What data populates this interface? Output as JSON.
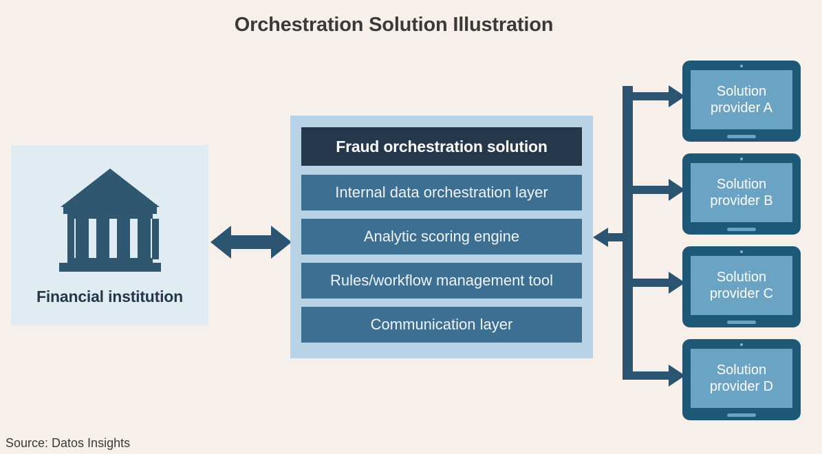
{
  "page": {
    "title": "Orchestration Solution Illustration",
    "source": "Source: Datos Insights",
    "background_color": "#f7efe9",
    "title_color": "#3a3a3a"
  },
  "financial_institution": {
    "label": "Financial institution",
    "icon": "bank-icon",
    "panel_color": "#e0ebf2",
    "icon_color": "#2f5870"
  },
  "connector": {
    "bidirectional_arrow": "double-headed-arrow",
    "arrow_color": "#2b5470",
    "inbound_arrow": "left-pointing-arrow"
  },
  "orchestration": {
    "container_color": "#b9d3e6",
    "header": {
      "label": "Fraud orchestration solution",
      "color": "#25374b"
    },
    "layers": [
      {
        "label": "Internal data orchestration layer",
        "color": "#3d6f93"
      },
      {
        "label": "Analytic scoring engine",
        "color": "#3d6f93"
      },
      {
        "label": "Rules/workflow management tool",
        "color": "#3d6f93"
      },
      {
        "label": "Communication layer",
        "color": "#3d6f93"
      }
    ]
  },
  "providers": {
    "bezel_color": "#1d5877",
    "screen_color": "#6ba3c4",
    "items": [
      {
        "line1": "Solution",
        "line2": "provider A"
      },
      {
        "line1": "Solution",
        "line2": "provider B"
      },
      {
        "line1": "Solution",
        "line2": "provider C"
      },
      {
        "line1": "Solution",
        "line2": "provider D"
      }
    ]
  }
}
